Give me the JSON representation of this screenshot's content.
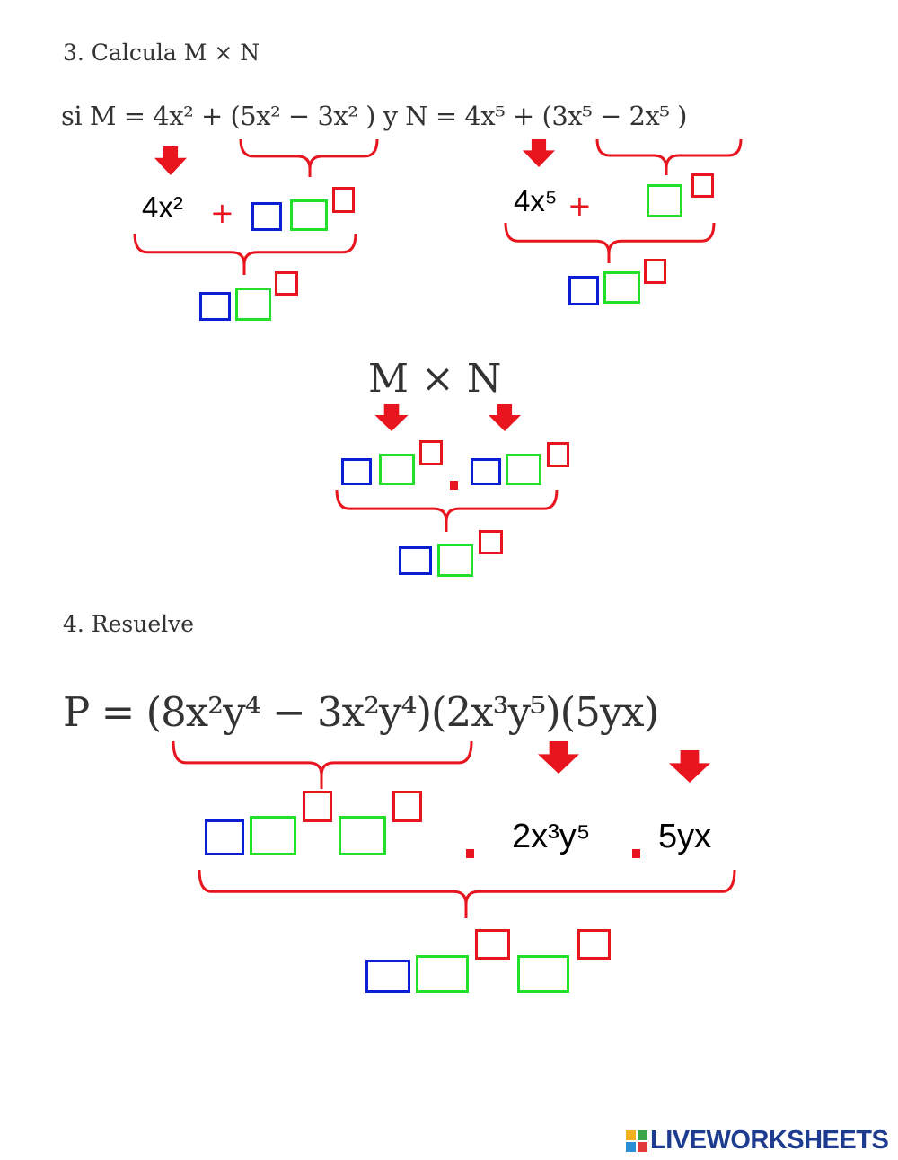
{
  "exercise3": {
    "heading": "3.   Calcula M × N",
    "equation": "si M = 4x² + (5x² − 3x² )   y   N = 4x⁵ + (3x⁵ − 2x⁵ )",
    "m_first_term": "4x²",
    "n_first_term": "4x⁵",
    "plus": "+",
    "product_label": "M × N"
  },
  "exercise4": {
    "heading": "4.   Resuelve",
    "equation": "P = (8x²y⁴ − 3x²y⁴)(2x³y⁵)(5yx)",
    "term2": "2x³y⁵",
    "term3": "5yx"
  },
  "answer_box_colors": {
    "coefficient": "#0a1ed6",
    "variable": "#22e02a",
    "exponent": "#e8141e"
  },
  "accent_color": "#e8141e",
  "logo": {
    "text": "LIVEWORKSHEETS",
    "color": "#1d3b8f"
  }
}
